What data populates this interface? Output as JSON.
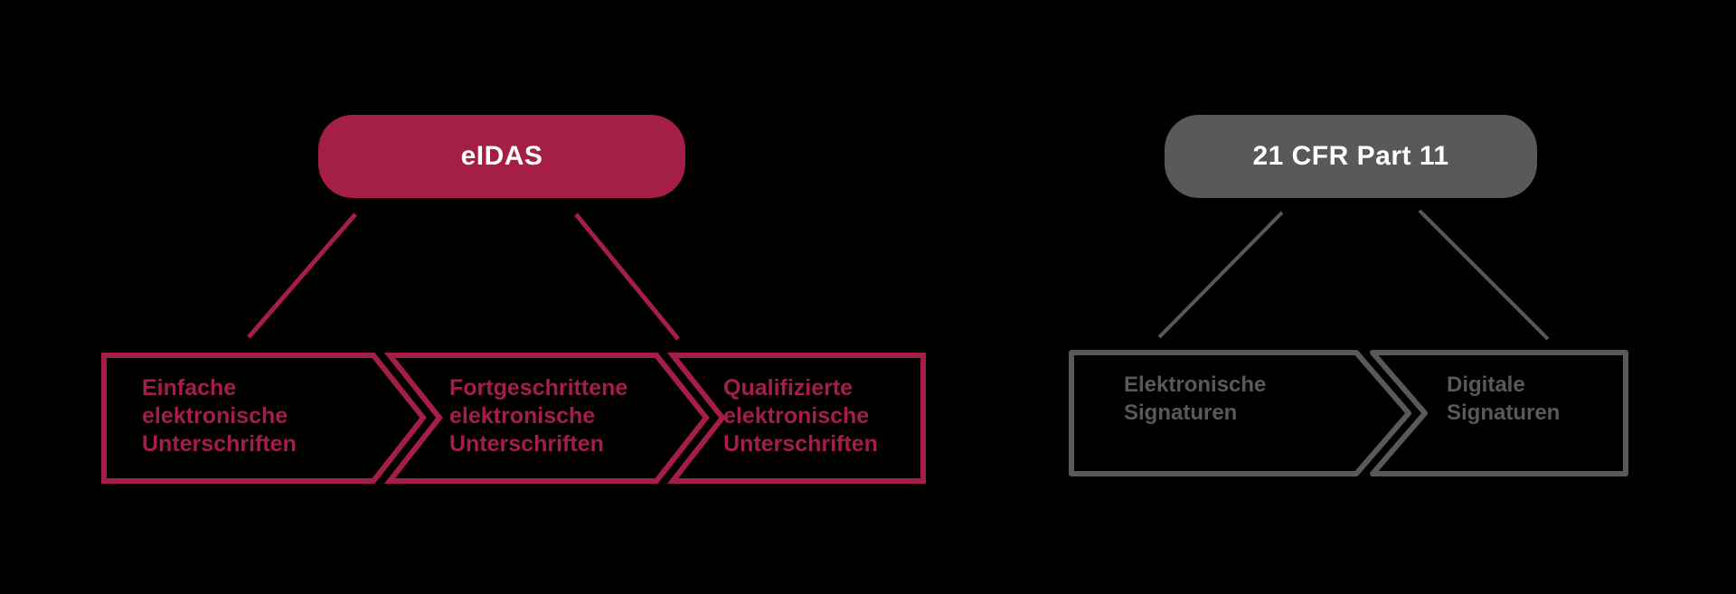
{
  "colors": {
    "crimson": "#A41E45",
    "gray": "#58595B",
    "background": "#000000",
    "text_on_pill": "#FFFFFF"
  },
  "eidas_diagram": {
    "root": {
      "label": "eIDAS"
    },
    "steps": [
      {
        "label": "Einfache\nelektronische\nUnterschriften"
      },
      {
        "label": "Fortgeschrittene\nelektronische\nUnterschriften"
      },
      {
        "label": "Qualifizierte\nelektronische\nUnterschriften"
      }
    ]
  },
  "cfr_diagram": {
    "root": {
      "label": "21 CFR Part 11"
    },
    "steps": [
      {
        "label": "Elektronische\nSignaturen"
      },
      {
        "label": "Digitale\nSignaturen"
      }
    ]
  }
}
